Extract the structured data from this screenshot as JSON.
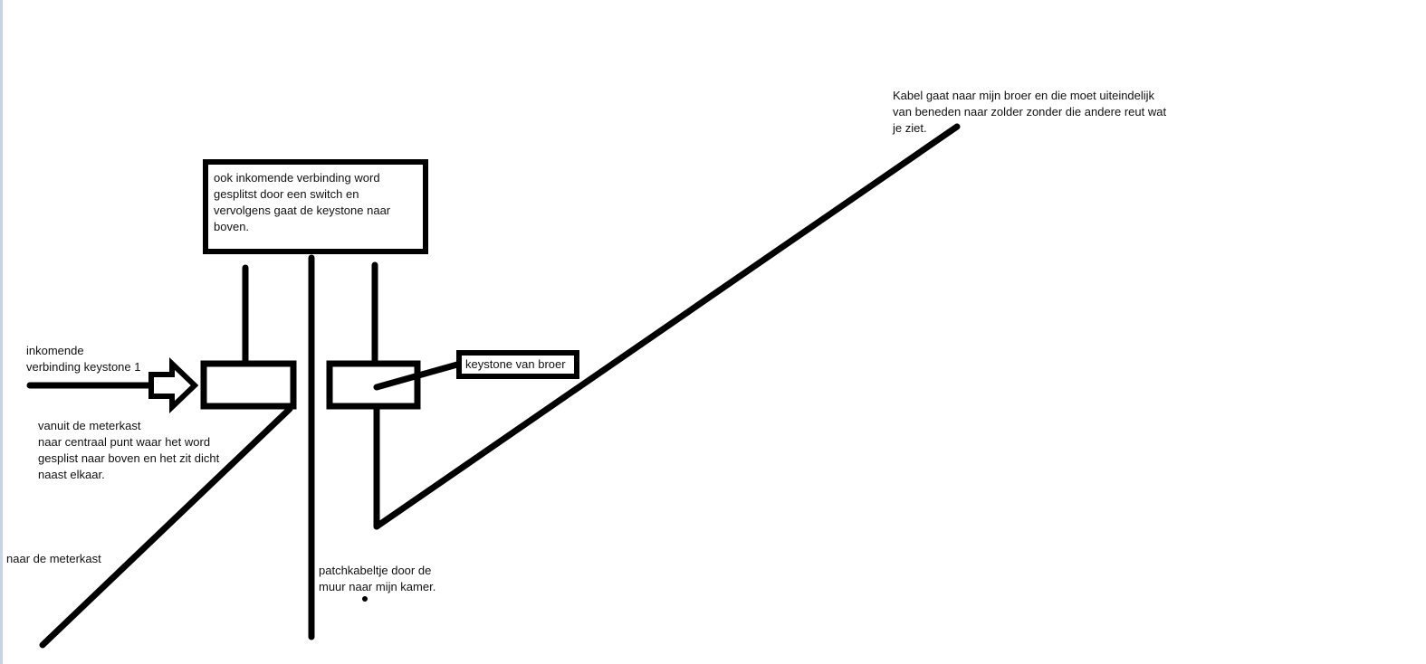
{
  "labels": {
    "top_box": "ook inkomende verbinding word\ngesplitst door een switch en\nvervolgens gaat de keystone naar\nboven.",
    "incoming": "inkomende\nverbinding keystone 1",
    "meterkast_note": "vanuit de meterkast\nnaar centraal punt waar het word\ngesplist naar boven en het zit dicht\nnaast elkaar.",
    "naar_meterkast": "naar de meterkast",
    "patch": "patchkabeltje door de\nmuur naar mijn kamer.",
    "broer_box": "keystone van broer",
    "kabel": "Kabel gaat naar mijn broer en die moet uiteindelijk\nvan beneden naar zolder zonder die andere reut wat\nje ziet."
  },
  "colors": {
    "ink": "#000000",
    "edge": "#c8d4e6"
  }
}
